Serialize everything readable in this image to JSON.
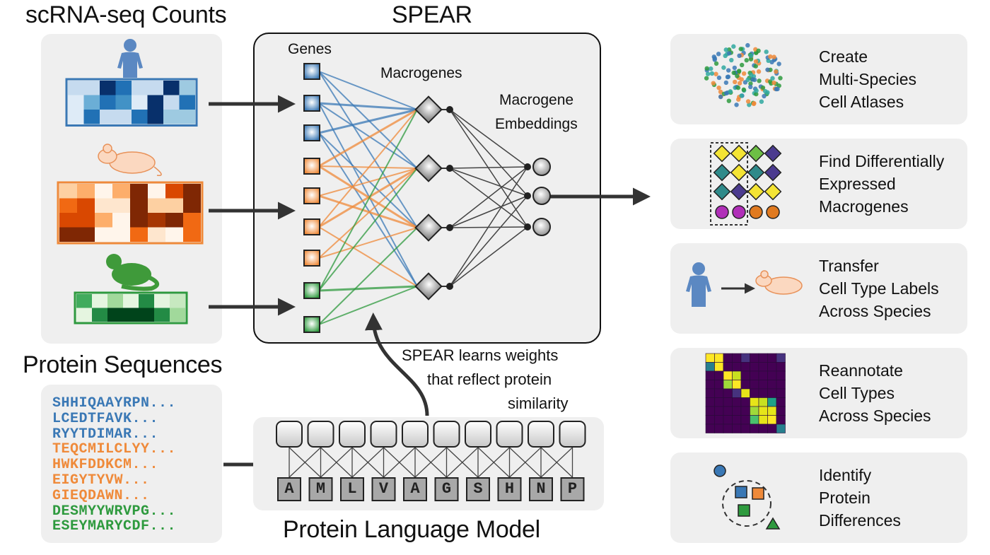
{
  "titles": {
    "counts": "scRNA-seq Counts",
    "spear": "SPEAR",
    "protein_sequences": "Protein Sequences",
    "plm": "Protein Language Model"
  },
  "network": {
    "genes_label": "Genes",
    "macrogenes_label": "Macrogenes",
    "embeddings_label_line1": "Macrogene",
    "embeddings_label_line2": "Embeddings"
  },
  "annotation": {
    "line1": "SPEAR learns weights",
    "line2": "that reflect protein",
    "line3": "similarity"
  },
  "sequences": [
    {
      "text": "SHHIQAAYRPN...",
      "color": "#3a78b5"
    },
    {
      "text": "LCEDTFAVK...",
      "color": "#3a78b5"
    },
    {
      "text": "RYYTDIMAR...",
      "color": "#3a78b5"
    },
    {
      "text": "TEQCMILCLYY...",
      "color": "#ef8a3a"
    },
    {
      "text": "HWKFDDKCM...",
      "color": "#ef8a3a"
    },
    {
      "text": "EIGYTYVW...",
      "color": "#ef8a3a"
    },
    {
      "text": "GIEQDAWN...",
      "color": "#ef8a3a"
    },
    {
      "text": "DESMYYWRVPG...",
      "color": "#2e9a3e"
    },
    {
      "text": "ESEYMARYCDF...",
      "color": "#2e9a3e"
    }
  ],
  "tokens": [
    "A",
    "M",
    "L",
    "V",
    "A",
    "G",
    "S",
    "H",
    "N",
    "P"
  ],
  "outputs": [
    {
      "lines": [
        "Create",
        "Multi-Species",
        "Cell Atlases"
      ]
    },
    {
      "lines": [
        "Find Differentially",
        "Expressed",
        "Macrogenes"
      ]
    },
    {
      "lines": [
        "Transfer",
        "Cell Type Labels",
        "Across Species"
      ]
    },
    {
      "lines": [
        "Reannotate",
        "Cell Types",
        "Across Species"
      ]
    },
    {
      "lines": [
        "Identify",
        "Protein",
        "Differences"
      ]
    }
  ],
  "colors": {
    "human": "#3a78b5",
    "mouse": "#ef8a3a",
    "lemur": "#2e9a3e",
    "panel": "#efefef"
  }
}
